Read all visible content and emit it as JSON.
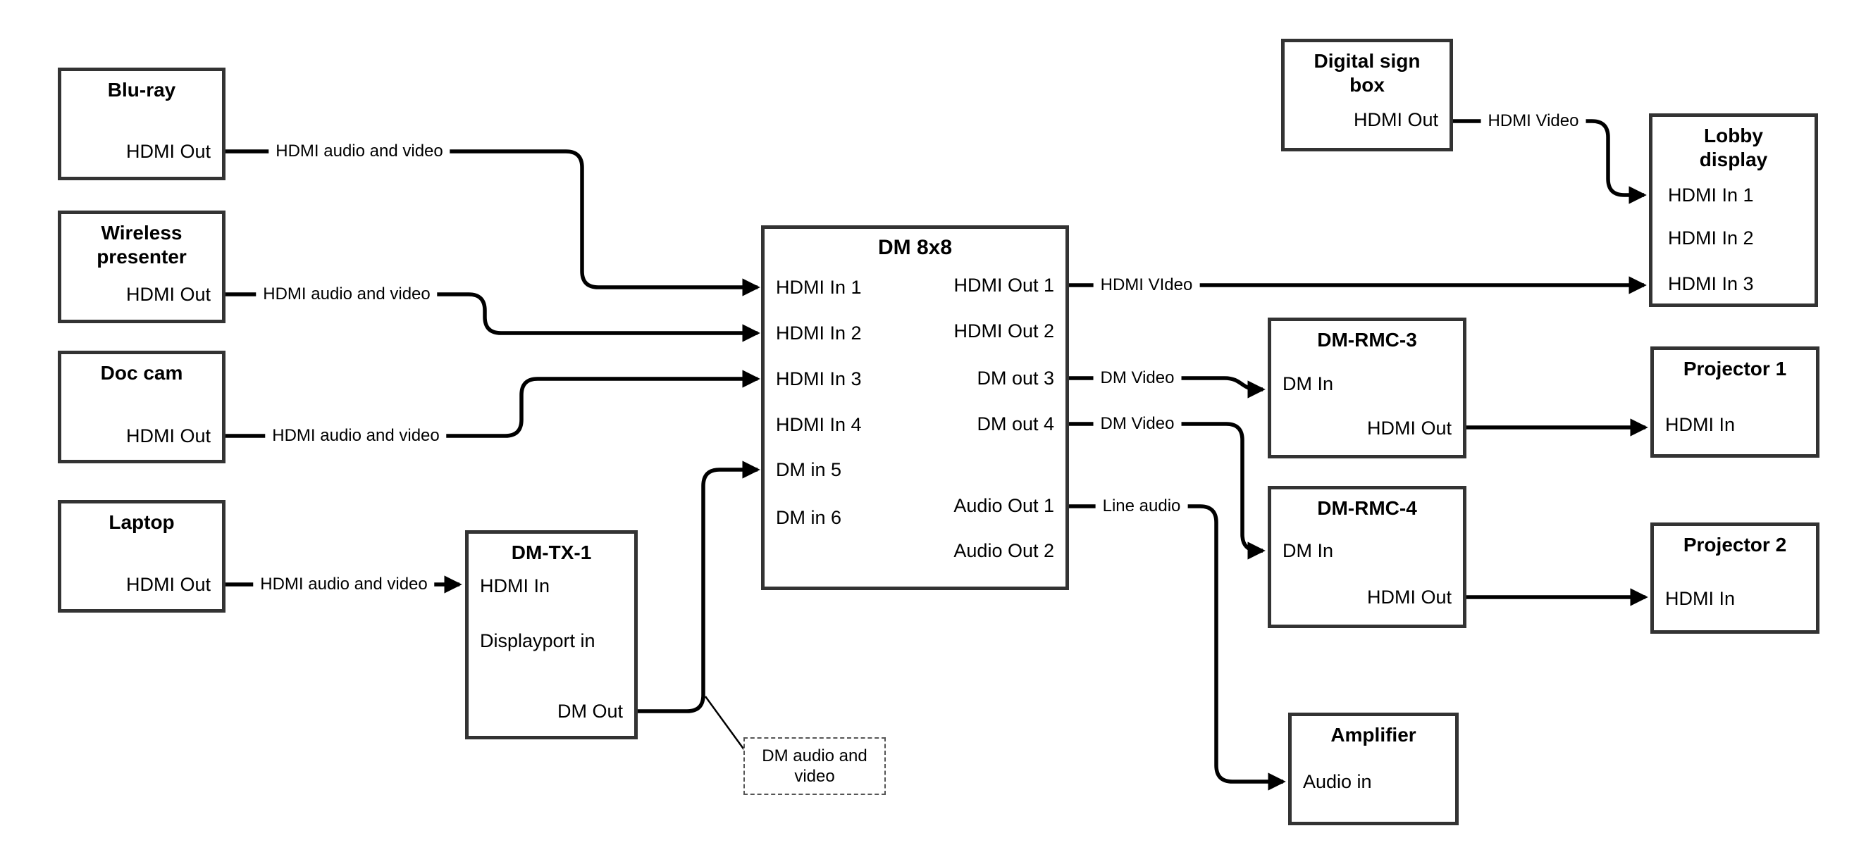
{
  "diagram": {
    "background_color": "#ffffff",
    "line_color": "#000000",
    "box_border_color": "#333333"
  },
  "nodes": {
    "bluray": {
      "title": "Blu-ray",
      "hdmi_out": "HDMI Out"
    },
    "wireless": {
      "title": "Wireless\npresenter",
      "hdmi_out": "HDMI Out"
    },
    "doccam": {
      "title": "Doc cam",
      "hdmi_out": "HDMI Out"
    },
    "laptop": {
      "title": "Laptop",
      "hdmi_out": "HDMI Out"
    },
    "dmtx1": {
      "title": "DM-TX-1",
      "hdmi_in": "HDMI In",
      "displayport_in": "Displayport in",
      "dm_out": "DM Out"
    },
    "dm8x8": {
      "title": "DM 8x8",
      "in1": "HDMI In 1",
      "in2": "HDMI In 2",
      "in3": "HDMI In 3",
      "in4": "HDMI In 4",
      "in5": "DM in 5",
      "in6": "DM in 6",
      "out1": "HDMI Out 1",
      "out2": "HDMI Out 2",
      "out3": "DM out 3",
      "out4": "DM out 4",
      "aout1": "Audio Out 1",
      "aout2": "Audio Out 2"
    },
    "digisign": {
      "title": "Digital sign\nbox",
      "hdmi_out": "HDMI Out"
    },
    "lobby": {
      "title": "Lobby\ndisplay",
      "in1": "HDMI In 1",
      "in2": "HDMI In 2",
      "in3": "HDMI In 3"
    },
    "dmrmc3": {
      "title": "DM-RMC-3",
      "dm_in": "DM In",
      "hdmi_out": "HDMI Out"
    },
    "proj1": {
      "title": "Projector 1",
      "hdmi_in": "HDMI In"
    },
    "dmrmc4": {
      "title": "DM-RMC-4",
      "dm_in": "DM In",
      "hdmi_out": "HDMI Out"
    },
    "proj2": {
      "title": "Projector 2",
      "hdmi_in": "HDMI In"
    },
    "amp": {
      "title": "Amplifier",
      "audio_in": "Audio in"
    }
  },
  "edge_labels": {
    "bluray_to_dm8x8": "HDMI audio and video",
    "wireless_to_dm8x8": "HDMI audio and video",
    "doccam_to_dm8x8": "HDMI audio and video",
    "laptop_to_dmtx1": "HDMI audio and video",
    "dm8x8_to_lobby": "HDMI VIdeo",
    "digisign_to_lobby": "HDMI Video",
    "dmout3_to_dmrmc3": "DM Video",
    "dmout4_to_dmrmc4": "DM Video",
    "audioout1_to_amp": "Line audio"
  },
  "note": {
    "text": "DM audio and\nvideo"
  }
}
